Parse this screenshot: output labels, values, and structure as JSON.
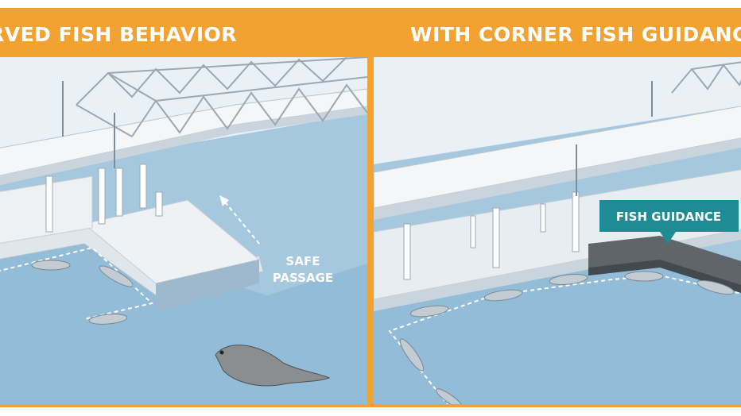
{
  "panels": {
    "left": {
      "title": "RVED FISH BEHAVIOR",
      "annotation_line1": "SAFE",
      "annotation_line2": "PASSAGE"
    },
    "right": {
      "title": "WITH CORNER FISH GUIDANCE",
      "callout": "FISH GUIDANCE"
    }
  },
  "colors": {
    "banner": "#f2a230",
    "water": "#9ec3db",
    "water_deep": "#8db7d4",
    "deck": "#e9edf1",
    "guidance": "#1e8c95"
  }
}
